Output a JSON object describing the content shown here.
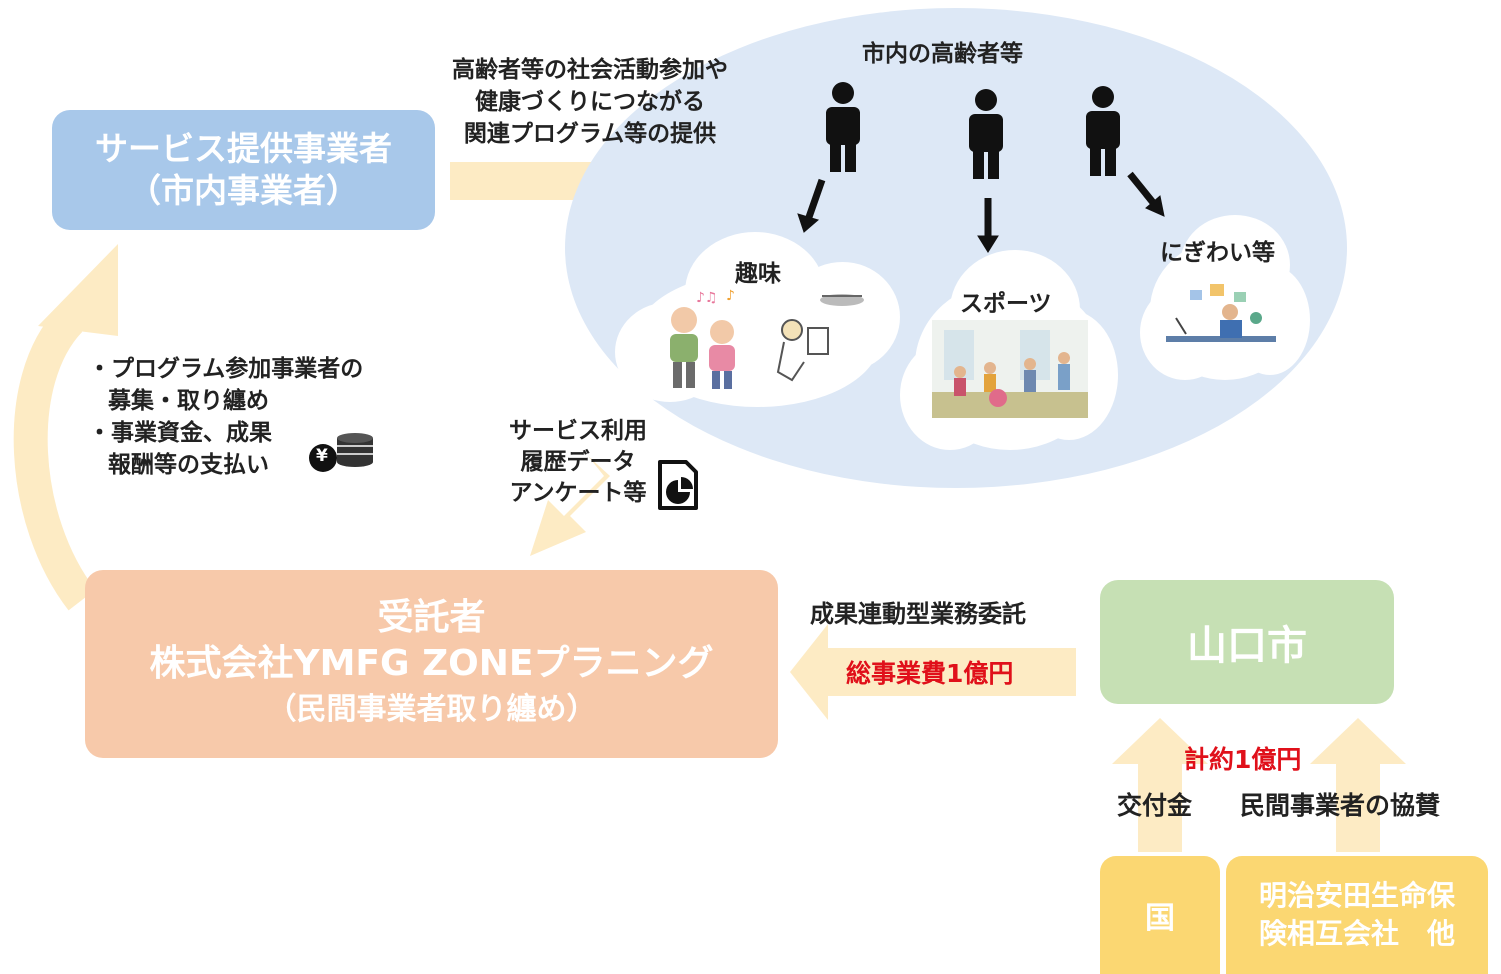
{
  "provider": {
    "line1": "サービス提供事業者",
    "line2": "（市内事業者）"
  },
  "program_offer": {
    "line1": "高齢者等の社会活動参加や",
    "line2": "健康づくりにつながる",
    "line3": "関連プログラム等の提供"
  },
  "seniors_title": "市内の高齢者等",
  "activities": {
    "hobby": "趣味",
    "sports": "スポーツ",
    "social": "にぎわい等"
  },
  "duties": {
    "item1_line1": "・プログラム参加事業者の",
    "item1_line2": "募集・取り纏め",
    "item2_line1": "・事業資金、成果",
    "item2_line2": "報酬等の支払い",
    "yen_symbol": "¥"
  },
  "usage_data": {
    "line1": "サービス利用",
    "line2": "履歴データ",
    "line3": "アンケート等"
  },
  "trustee": {
    "line1": "受託者",
    "line2": "株式会社YMFG ZONEプラニング",
    "line3": "（民間事業者取り纏め）"
  },
  "contract": {
    "label": "成果連動型業務委託",
    "amount": "総事業費1億円"
  },
  "city": {
    "name": "山口市"
  },
  "funding": {
    "total": "計約1億円",
    "grant_label": "交付金",
    "sponsor_label": "民間事業者の協賛"
  },
  "country": {
    "name": "国"
  },
  "sponsor": {
    "line1": "明治安田生命保",
    "line2": "険相互会社　他"
  },
  "colors": {
    "provider": "#a8c8ea",
    "trustee": "#f7c9aa",
    "city": "#c6e0b4",
    "funders": "#fbd772",
    "arrows": "#fdebc4",
    "ellipse": "#dde8f6",
    "accent_red": "#e0101a"
  }
}
